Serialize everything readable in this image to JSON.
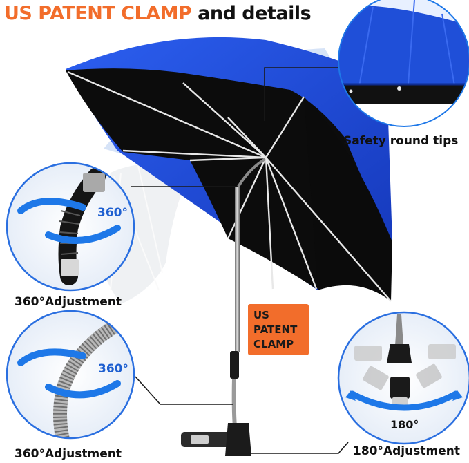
{
  "headline": {
    "accent": "US PATENT CLAMP",
    "rest": " and details"
  },
  "captions": {
    "safety_tips": "Safety round tips",
    "adjust_left_top": "360°Adjustment",
    "adjust_left_bottom": "360°Adjustment",
    "adjust_right_bottom": "180°Adjustment"
  },
  "badge": {
    "line1": "US",
    "line2": "PATENT",
    "line3": "CLAMP"
  },
  "degrees": {
    "top_left": "360°",
    "bottom_left": "360°",
    "bottom_right": "180°"
  },
  "colors": {
    "accent_orange": "#f26d2b",
    "canopy_blue": "#1f4fd8",
    "canopy_black": "#0c0c0c",
    "ring_blue": "#2a6fe0",
    "arrow_blue": "#1e78e8"
  }
}
